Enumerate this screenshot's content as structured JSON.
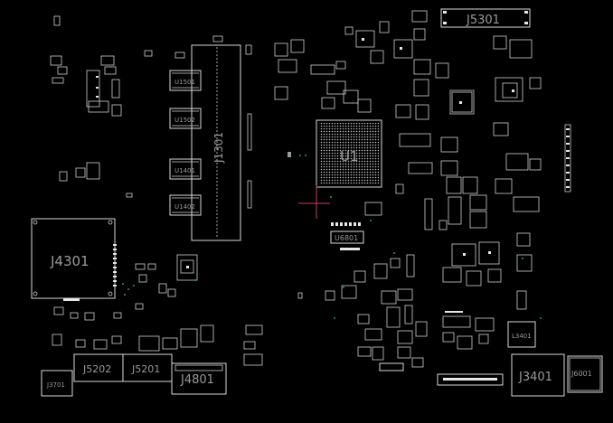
{
  "board": {
    "background": "#000000",
    "outline_color": "#d8d8d8",
    "label_color": "#9a9a9a",
    "cursor_color": "#c84060",
    "via_color": "#2a9a55"
  },
  "labels": {
    "j5301": "J5301",
    "u1501": "U1501",
    "u1502": "U1502",
    "u1401": "U1401",
    "u1402": "U1402",
    "j1301": "J1301",
    "u1": "U1",
    "j4301": "J4301",
    "j5202": "J5202",
    "j5201": "J5201",
    "j4801": "J4801",
    "j3701": "J3701",
    "j3401": "J3401",
    "j6001": "J6001",
    "l3401": "L3401",
    "u6801": "U6801"
  }
}
